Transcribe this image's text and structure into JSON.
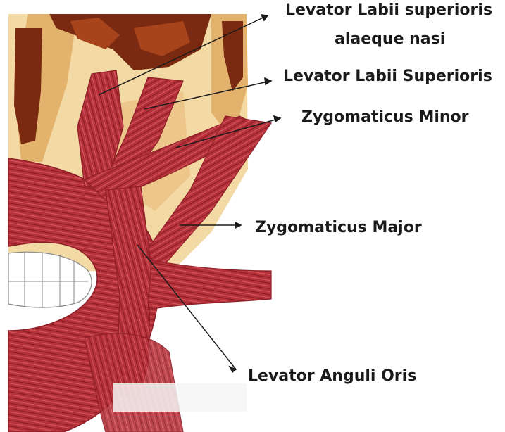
{
  "labels": {
    "levator_labii_sup_alaeque_line1": "Levator Labii superioris",
    "levator_labii_sup_alaeque_line2": "alaeque nasi",
    "levator_labii_superioris": "Levator Labii Superioris",
    "zygomaticus_minor": "Zygomaticus Minor",
    "zygomaticus_major": "Zygomaticus Major",
    "levator_anguli_oris": "Levator Anguli Oris"
  },
  "colors": {
    "muscle": "#b8323a",
    "muscle_dark": "#8e1f28",
    "muscle_light": "#d8606a",
    "skull": "#f3d9a4",
    "skull_shadow": "#e3b36e",
    "orbit": "#7a2a10",
    "teeth": "#ffffff",
    "pointer": "#1a1a1a"
  }
}
